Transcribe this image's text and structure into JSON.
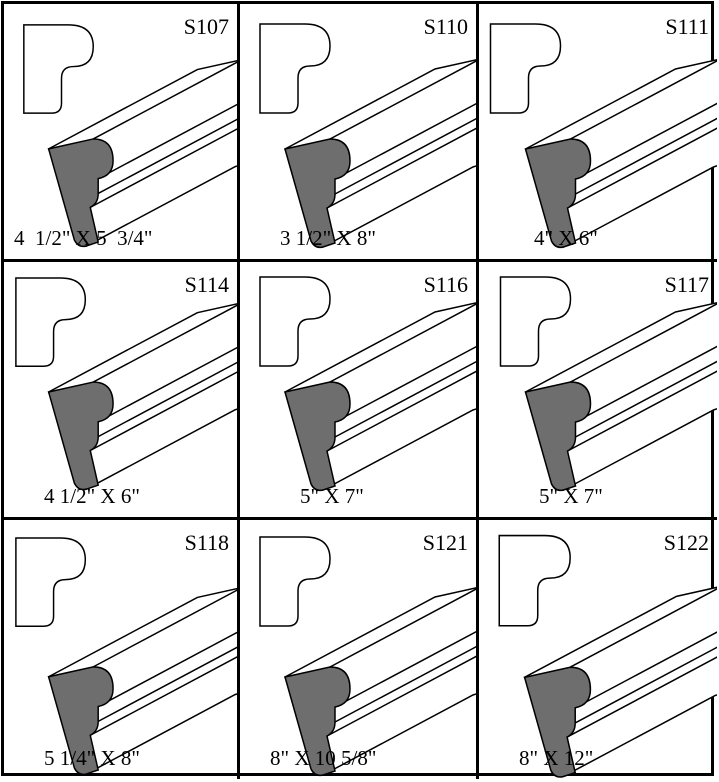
{
  "moldings": [
    {
      "code": "S107",
      "size": "4  1/2\" X 5  3/4\""
    },
    {
      "code": "S110",
      "size": "3 1/2\" X 8\""
    },
    {
      "code": "S111",
      "size": "4\" X 6\""
    },
    {
      "code": "S114",
      "size": "4 1/2\" X 6\""
    },
    {
      "code": "S116",
      "size": "5\" X 7\""
    },
    {
      "code": "S117",
      "size": "5\" X 7\""
    },
    {
      "code": "S118",
      "size": "5 1/4\" X 8\""
    },
    {
      "code": "S121",
      "size": "8\" X 10 5/8\""
    },
    {
      "code": "S122",
      "size": "8\" X 12\""
    }
  ],
  "colors": {
    "end_face": "#6e6e6e",
    "line": "#000000",
    "fill": "#ffffff"
  }
}
